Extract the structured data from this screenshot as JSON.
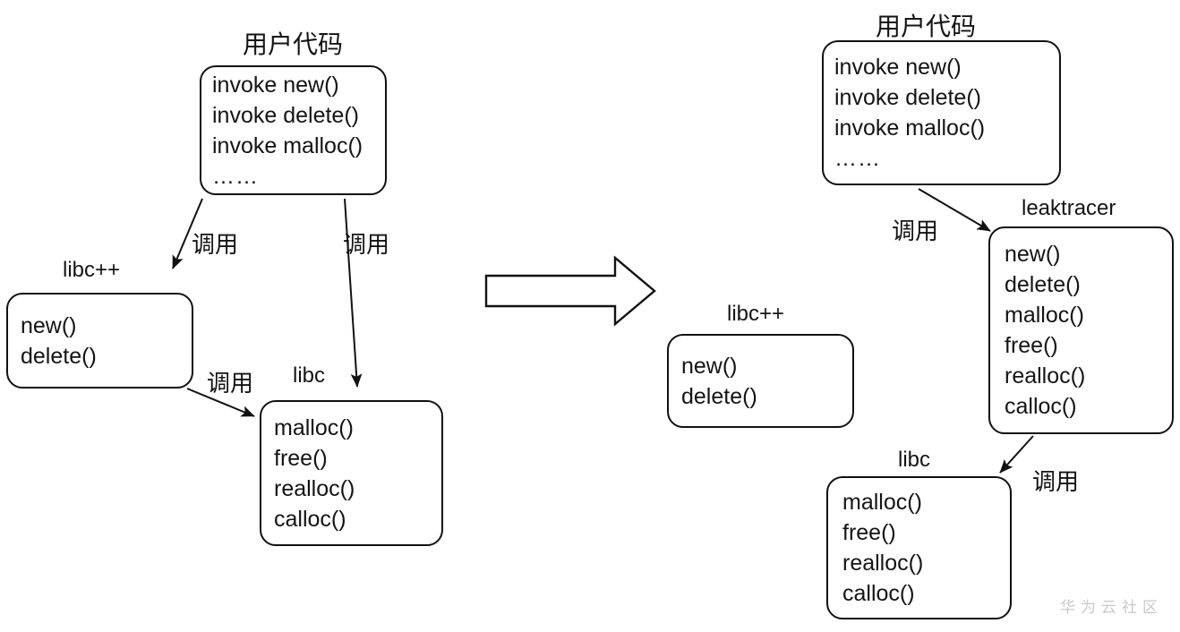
{
  "diagram": {
    "title_left": "用户代码",
    "title_right": "用户代码",
    "call_label": "调用",
    "watermark": "华为云社区",
    "colors": {
      "stroke": "#111111",
      "text": "#141414",
      "background": "#ffffff",
      "watermark": "#c9c9c9"
    }
  },
  "left": {
    "user_code": {
      "caption": "用户代码",
      "lines": [
        "invoke new()",
        "invoke delete()",
        "invoke malloc()",
        "……"
      ]
    },
    "libcpp": {
      "caption": "libc++",
      "lines": [
        "new()",
        "delete()"
      ]
    },
    "libc": {
      "caption": "libc",
      "lines": [
        "malloc()",
        "free()",
        "realloc()",
        "calloc()"
      ]
    },
    "edges": [
      {
        "label": "调用",
        "from": "user_code",
        "to": "libcpp"
      },
      {
        "label": "调用",
        "from": "user_code",
        "to": "libc"
      },
      {
        "label": "调用",
        "from": "libcpp",
        "to": "libc"
      }
    ]
  },
  "right": {
    "user_code": {
      "caption": "用户代码",
      "lines": [
        "invoke new()",
        "invoke delete()",
        "invoke malloc()",
        "……"
      ]
    },
    "leaktracer": {
      "caption": "leaktracer",
      "lines": [
        "new()",
        "delete()",
        "malloc()",
        "free()",
        "realloc()",
        "calloc()"
      ]
    },
    "libcpp": {
      "caption": "libc++",
      "lines": [
        "new()",
        "delete()"
      ]
    },
    "libc": {
      "caption": "libc",
      "lines": [
        "malloc()",
        "free()",
        "realloc()",
        "calloc()"
      ]
    },
    "edges": [
      {
        "label": "调用",
        "from": "user_code",
        "to": "leaktracer"
      },
      {
        "label": "调用",
        "from": "leaktracer",
        "to": "libc"
      }
    ]
  }
}
